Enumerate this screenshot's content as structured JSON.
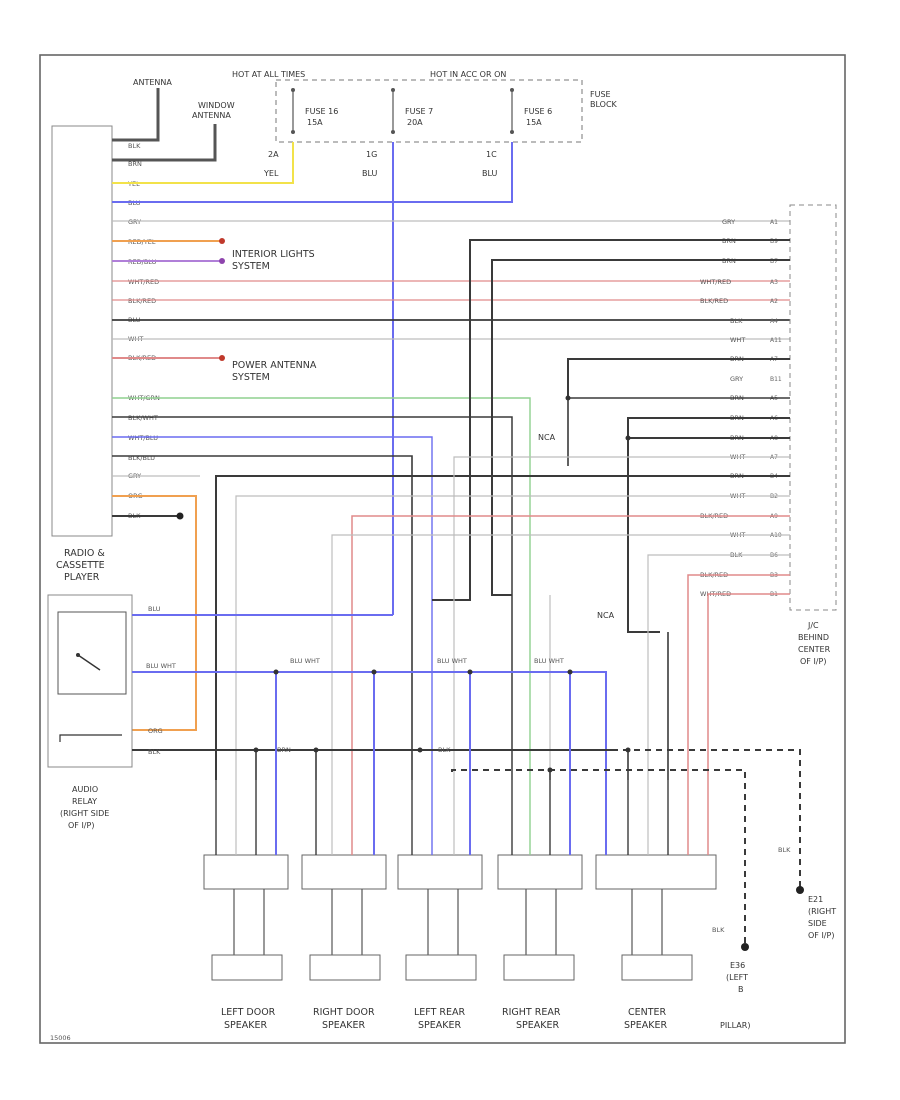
{
  "diagram_id": "15006",
  "labels": {
    "antenna": "ANTENNA",
    "window_antenna": [
      "WINDOW",
      "ANTENNA"
    ],
    "hot_header": "HOT AT ALL TIMES",
    "hot_header2": "HOT IN ACC OR ON",
    "fuse_block": [
      "FUSE",
      "BLOCK"
    ],
    "interior_lights": [
      "INTERIOR LIGHTS",
      "SYSTEM"
    ],
    "power_antenna": [
      "POWER ANTENNA",
      "SYSTEM"
    ],
    "radio": [
      "RADIO &",
      "CASSETTE",
      "PLAYER"
    ],
    "audio_relay": [
      "AUDIO",
      "RELAY",
      "(RIGHT SIDE",
      "OF I/P)"
    ],
    "behind_center": [
      "J/C",
      "BEHIND",
      "CENTER",
      "OF I/P)"
    ],
    "nca_upper": "NCA",
    "nca_lower": "NCA",
    "e21": [
      "E21",
      "(RIGHT",
      "SIDE",
      "OF I/P)"
    ],
    "e36": [
      "E36",
      "(LEFT",
      "B",
      "PILLAR)"
    ]
  },
  "fuses": [
    {
      "name": "FUSE 16",
      "rating": "15A",
      "circuit": "2A",
      "wire": "YEL"
    },
    {
      "name": "FUSE 7",
      "rating": "20A",
      "circuit": "1G",
      "wire": "BLU"
    },
    {
      "name": "FUSE 6",
      "rating": "15A",
      "circuit": "1C",
      "wire": "BLU"
    }
  ],
  "radio_wires": [
    "BLK",
    "BRN",
    "YEL",
    "BLU",
    "GRY",
    "RED/YEL",
    "RED/BLU",
    "WHT/RED",
    "BLK/RED",
    "BLU",
    "WHT",
    "BLK/RED",
    "WHT/GRN",
    "BLK/WHT",
    "WHT/BLU",
    "BLK/BLU",
    "GRY",
    "ORG",
    "BLK"
  ],
  "jc_wires": [
    "GRY",
    "BRN",
    "BRN",
    "WHT/RED",
    "BLK/RED",
    "BLK",
    "WHT",
    "BRN",
    "GRY",
    "BRN",
    "BRN",
    "BRN",
    "WHT",
    "BRN",
    "WHT",
    "BLK/RED",
    "WHT",
    "BLK",
    "BLK/RED",
    "WHT/RED"
  ],
  "jc_pins": [
    "A1",
    "B9",
    "B7",
    "A3",
    "A2",
    "A4",
    "A11",
    "A7",
    "B11",
    "A5",
    "A6",
    "A8",
    "A7",
    "B4",
    "B2",
    "A9",
    "A10",
    "B6",
    "B3",
    "B1"
  ],
  "relay_wires": [
    "BLU",
    "BLU WHT",
    "ORG",
    "BLK"
  ],
  "bus_labels": [
    "BLU WHT",
    "BLU WHT",
    "BLU WHT",
    "BLU WHT"
  ],
  "gnd_labels": [
    "BRN",
    "BLK"
  ],
  "gnd_blk": [
    "BLK",
    "BLK"
  ],
  "speakers": [
    {
      "name": [
        "LEFT DOOR",
        "SPEAKER"
      ]
    },
    {
      "name": [
        "RIGHT DOOR",
        "SPEAKER"
      ]
    },
    {
      "name": [
        "LEFT REAR",
        "SPEAKER"
      ]
    },
    {
      "name": [
        "RIGHT REAR",
        "SPEAKER"
      ]
    },
    {
      "name": [
        "CENTER",
        "SPEAKER"
      ]
    }
  ],
  "colors": {
    "yellow": "#f2e24a",
    "blue": "#6a6cf0",
    "red": "#e08a8a",
    "orange": "#f0a050",
    "purple": "#b07fd8",
    "green": "#8fd08f",
    "black": "#3a3a3a",
    "gray": "#bdbdbd"
  }
}
